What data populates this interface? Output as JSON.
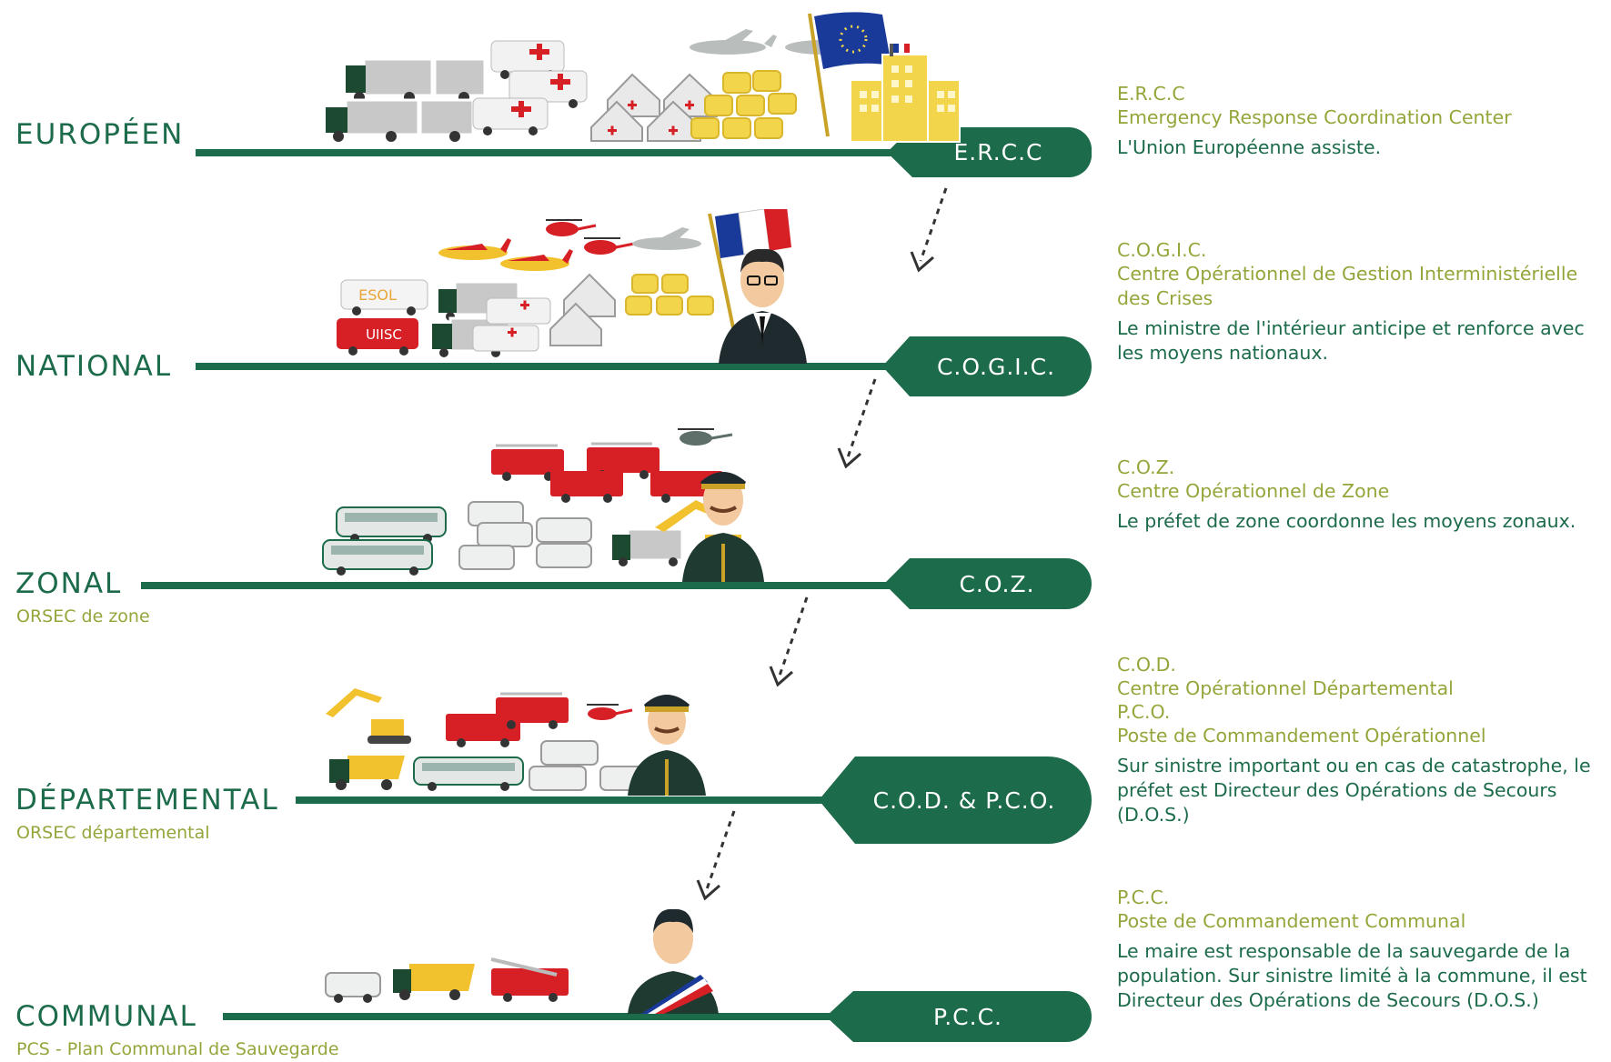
{
  "levels": [
    {
      "name": "EUROPÉEN",
      "sub": "",
      "badge": "E.R.C.C",
      "acronym": "E.R.C.C",
      "full_name": "Emergency Response Coordination Center",
      "description": "L'Union Européenne assiste.",
      "authority_icon": "eu-flag-building-icon"
    },
    {
      "name": "NATIONAL",
      "sub": "",
      "badge": "C.O.G.I.C.",
      "acronym": "C.O.G.I.C.",
      "full_name": "Centre Opérationnel de Gestion Interministérielle des Crises",
      "description": "Le ministre de l'intérieur anticipe et renforce avec les moyens nationaux.",
      "authority_icon": "minister-with-french-flag-icon"
    },
    {
      "name": "ZONAL",
      "sub": "ORSEC de zone",
      "badge": "C.O.Z.",
      "acronym": "C.O.Z.",
      "full_name": "Centre Opérationnel de Zone",
      "description": "Le préfet de zone coordonne les moyens zonaux.",
      "authority_icon": "prefect-icon"
    },
    {
      "name": "DÉPARTEMENTAL",
      "sub": "ORSEC départemental",
      "badge": "C.O.D. & P.C.O.",
      "acronym": "C.O.D.",
      "full_name": "Centre Opérationnel Départemental",
      "acronym2": "P.C.O.",
      "full_name2": "Poste de Commandement Opérationnel",
      "description": "Sur sinistre important ou en cas de catastrophe, le préfet est Directeur des Opérations de Secours (D.O.S.)",
      "authority_icon": "prefect-icon"
    },
    {
      "name": "COMMUNAL",
      "sub": "PCS - Plan Communal de Sauvegarde",
      "badge": "P.C.C.",
      "acronym": "P.C.C.",
      "full_name": "Poste de Commandement Communal",
      "description": "Le maire est responsable de la sauvegarde de la population. Sur sinistre limité à la commune, il est Directeur des Opérations de Secours (D.O.S.)",
      "authority_icon": "mayor-icon"
    }
  ],
  "vehicle_labels": {
    "esol": "ESOL",
    "uiisc": "UIISC"
  },
  "colors": {
    "green": "#1c6b4a",
    "olive": "#93a63a",
    "red": "#d71f26",
    "yellow": "#f2d54a"
  }
}
